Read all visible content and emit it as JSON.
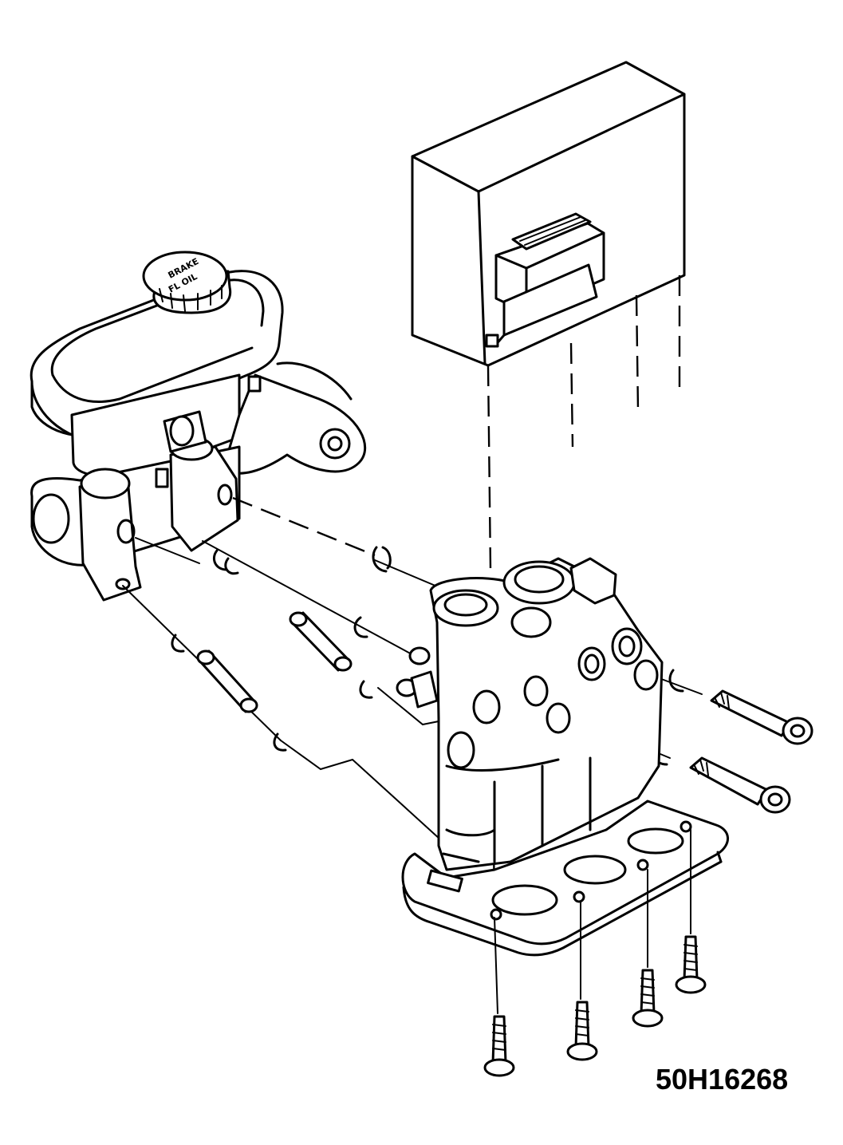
{
  "figure": {
    "id_label": "50H16268",
    "cap_text_line1": "BRAKE",
    "cap_text_line2": "FL OIL"
  },
  "colors": {
    "ink": "#000000",
    "paper": "#ffffff"
  },
  "parts": [
    "master-cylinder",
    "reservoir-cap",
    "control-module",
    "hydraulic-modulator",
    "mounting-bracket",
    "transfer-tubes",
    "o-rings",
    "through-bolts",
    "bracket-screws"
  ]
}
